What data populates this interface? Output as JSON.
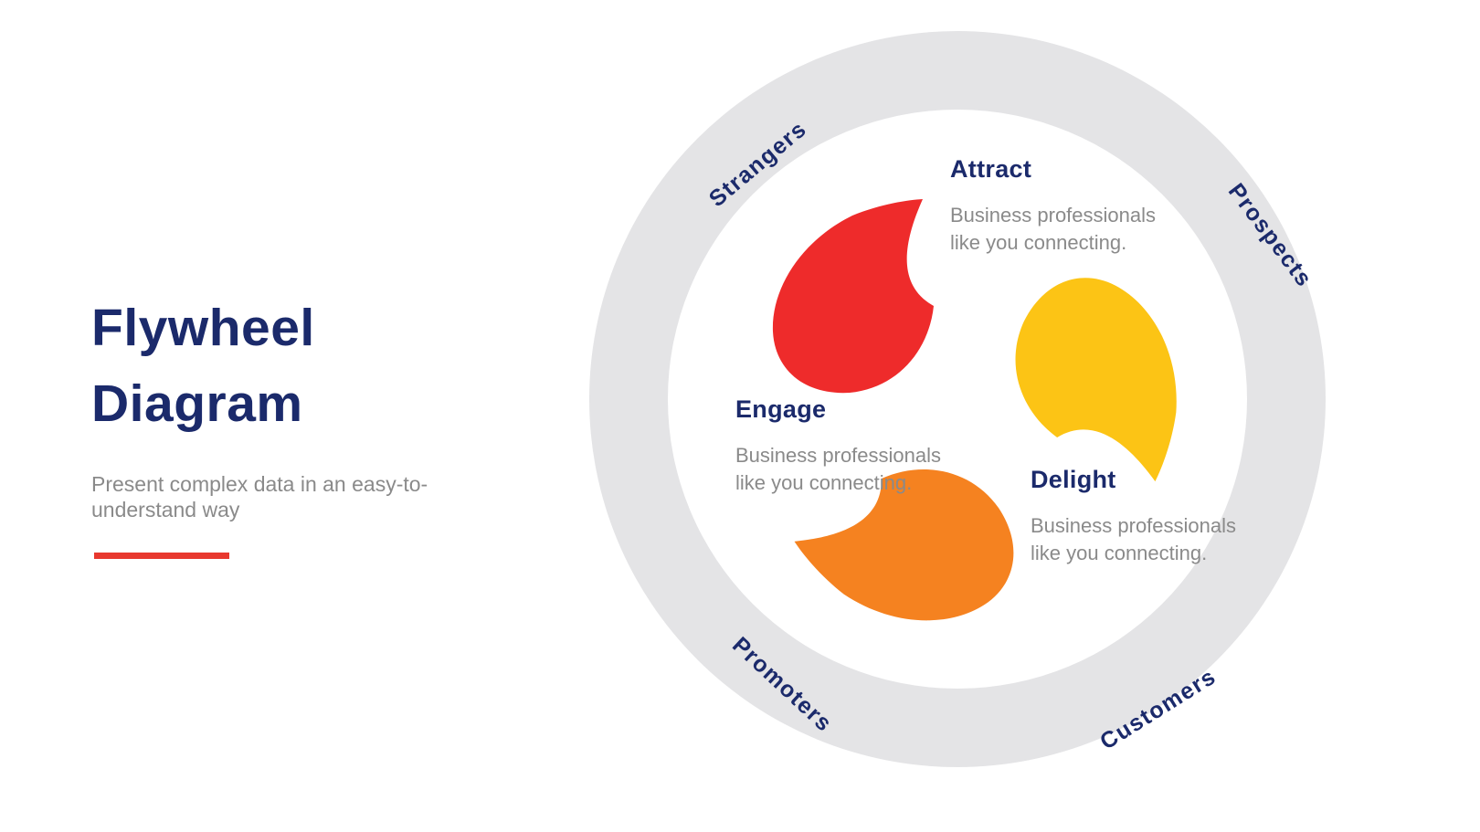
{
  "header": {
    "title": "Flywheel Diagram",
    "subtitle": "Present complex data in an easy-to-understand way"
  },
  "colors": {
    "navy": "#1b2a6b",
    "gray_text": "#8a8a8a",
    "ring": "#e4e4e6",
    "inner": "#ffffff",
    "accent_red": "#e8382e"
  },
  "flywheel": {
    "ring_labels": [
      {
        "label": "Strangers"
      },
      {
        "label": "Prospects"
      },
      {
        "label": "Customers"
      },
      {
        "label": "Promoters"
      }
    ],
    "stages": [
      {
        "name": "Attract",
        "description": "Business professionals like you connecting.",
        "color": "#ee2b2b"
      },
      {
        "name": "Engage",
        "description": "Business professionals like you connecting.",
        "color": "#f58220"
      },
      {
        "name": "Delight",
        "description": "Business professionals like you connecting.",
        "color": "#fcc415"
      }
    ]
  }
}
